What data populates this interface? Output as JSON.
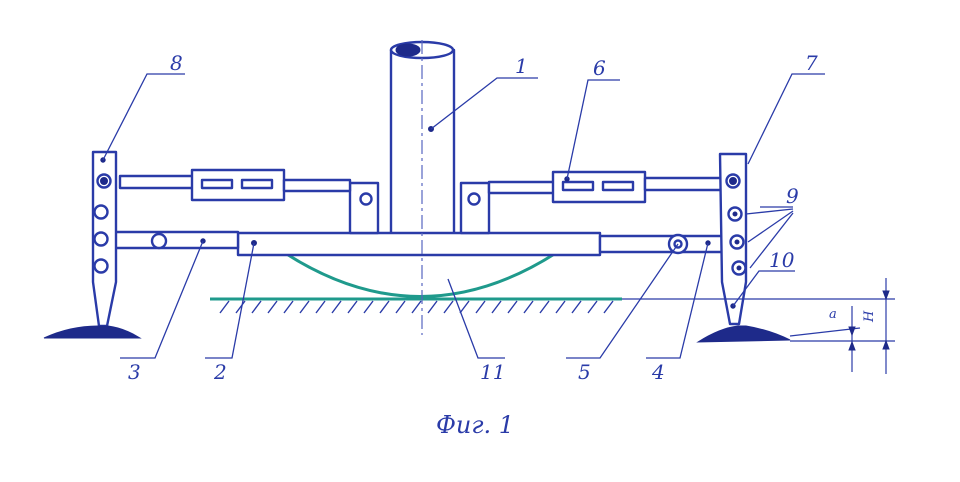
{
  "caption": "Фиг. 1",
  "labels": {
    "l1": "1",
    "l2": "2",
    "l3": "3",
    "l4": "4",
    "l5": "5",
    "l6": "6",
    "l7": "7",
    "l8": "8",
    "l9": "9",
    "l10": "10",
    "l11": "11"
  },
  "dims": {
    "a": "a",
    "H": "H"
  },
  "colors": {
    "ink": "#2a3ba8",
    "ground": "#1f9a8c",
    "shoe": "#1e2a8a"
  }
}
